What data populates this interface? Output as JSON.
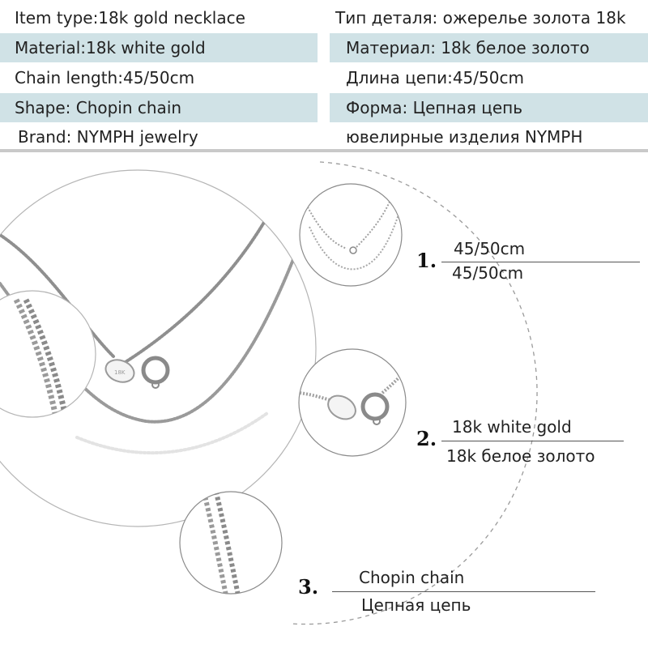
{
  "specs": {
    "left": [
      "Item type:18k gold necklace",
      "Material:18k white gold",
      "Chain length:45/50cm",
      "Shape: Chopin chain",
      "Brand: NYMPH jewelry"
    ],
    "right": [
      "Тип деталя: ожерелье золота 18k",
      "Материал: 18k белое золото",
      "Длина цепи:45/50cm",
      "Форма: Цепная цепь",
      "ювелирные изделия NYMPH"
    ]
  },
  "features": [
    {
      "number": "1.",
      "en": "45/50cm",
      "ru": "45/50cm"
    },
    {
      "number": "2.",
      "en": "18k white gold",
      "ru": "18k белое золото"
    },
    {
      "number": "3.",
      "en": "Chopin chain",
      "ru": "Цепная цепь"
    }
  ],
  "colors": {
    "row_shade": "#d0e2e6",
    "divider": "#c9c9c9",
    "chain": "#8f8f8f"
  },
  "clasp_engraving": "18K"
}
